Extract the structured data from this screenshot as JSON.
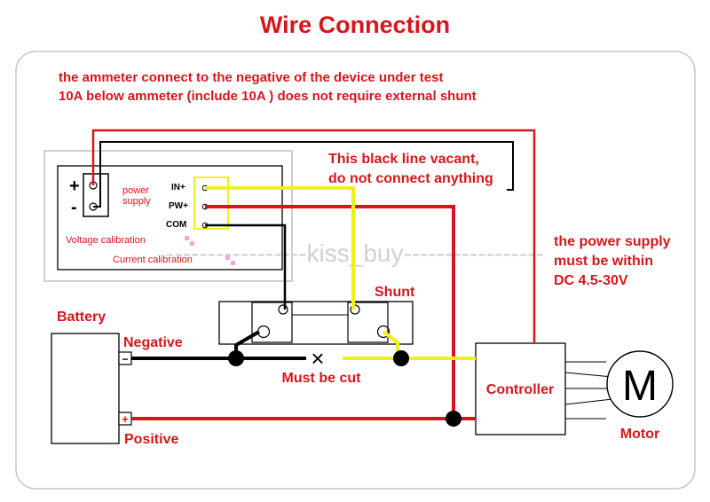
{
  "title": "Wire Connection",
  "notes": {
    "line1": "the ammeter connect to the negative of the device under test",
    "line2": "10A below ammeter (include 10A ) does not require external shunt"
  },
  "black_line_note": {
    "line1": "This black line vacant,",
    "line2": "do not connect anything"
  },
  "power_note": {
    "line1": "the power supply",
    "line2": "must be within",
    "line3": "DC 4.5-30V"
  },
  "meter": {
    "plus": "+",
    "minus": "-",
    "power_label_1": "power",
    "power_label_2": "supply",
    "pin_in": "IN+",
    "pin_pw": "PW+",
    "pin_com": "COM",
    "voltage_calibration": "Voltage calibration",
    "current_calibration": "Current calibration"
  },
  "watermark": "-----------------kiss_buy-----------------",
  "shunt_label": "Shunt",
  "battery": {
    "label": "Battery",
    "negative_label": "Negative",
    "positive_label": "Positive",
    "neg_symbol": "−",
    "pos_symbol": "+"
  },
  "cut": {
    "symbol": "×",
    "label": "Must be cut"
  },
  "controller_label": "Controller",
  "motor": {
    "symbol": "M",
    "label": "Motor"
  },
  "colors": {
    "red": "#d6161d",
    "yellow": "#f2ef1e",
    "black": "#000000",
    "pink": "#f0a6d8"
  }
}
